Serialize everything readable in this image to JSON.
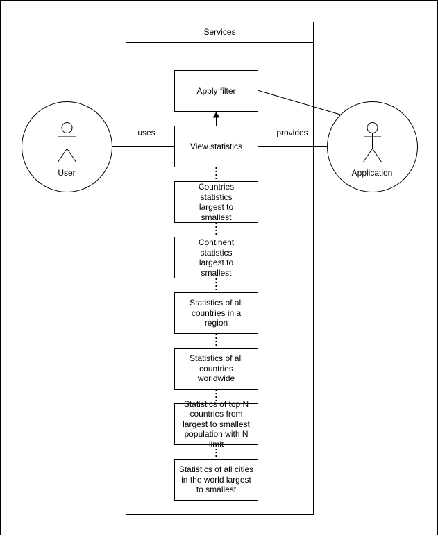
{
  "diagram": {
    "system_title": "Services",
    "actors": {
      "user": "User",
      "application": "Application"
    },
    "edge_labels": {
      "uses": "uses",
      "provides": "provides"
    },
    "use_cases": {
      "apply_filter": "Apply filter",
      "view_statistics": "View statistics",
      "countries_stats": "Countries statistics largest to smallest",
      "continent_stats": "Continent statistics largest to smallest",
      "region_stats": "Statistics of all countries in a region",
      "worldwide_stats": "Statistics of all countries worldwide",
      "top_n_stats": "Statistics of top N countries from largest to smallest population with N limit",
      "cities_stats": "Statistics of all cities in the world largest to smallest"
    },
    "colors": {
      "stroke": "#000000",
      "fill": "#ffffff"
    }
  }
}
